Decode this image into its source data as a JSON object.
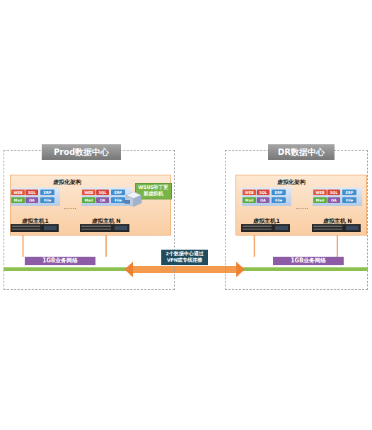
{
  "diagram": {
    "nodes": [
      {
        "text": [
          "Prod数据中心"
        ]
      },
      {
        "text": [
          "虚拟化架构"
        ],
        "in": 0
      },
      {
        "text": [
          "虚拟主机1"
        ],
        "in": 1
      },
      {
        "text": [
          "WEB"
        ],
        "in": 2
      },
      {
        "text": [
          "SQL"
        ],
        "in": 2
      },
      {
        "text": [
          "ERP"
        ],
        "in": 2
      },
      {
        "text": [
          "Mail"
        ],
        "in": 2
      },
      {
        "text": [
          "OA"
        ],
        "in": 2
      },
      {
        "text": [
          "File"
        ],
        "in": 2
      },
      {
        "text": [
          "虚拟主机 N"
        ],
        "in": 1
      },
      {
        "text": [
          "WEB"
        ],
        "in": 9
      },
      {
        "text": [
          "SQL"
        ],
        "in": 9
      },
      {
        "text": [
          "ERP"
        ],
        "in": 9
      },
      {
        "text": [
          "Mail"
        ],
        "in": 9
      },
      {
        "text": [
          "OA"
        ],
        "in": 9
      },
      {
        "text": [
          "File"
        ],
        "in": 9
      },
      {
        "text": [
          "WSUS补丁更新虚拟机"
        ],
        "in": 1
      },
      {
        "text": [
          "1GB业务网络"
        ],
        "in": 0
      },
      {
        "text": [
          "DR数据中心"
        ]
      },
      {
        "text": [
          "虚拟化架构"
        ],
        "in": 18
      },
      {
        "text": [
          "虚拟主机1"
        ],
        "in": 19
      },
      {
        "text": [
          "WEB"
        ],
        "in": 20
      },
      {
        "text": [
          "SQL"
        ],
        "in": 20
      },
      {
        "text": [
          "ERP"
        ],
        "in": 20
      },
      {
        "text": [
          "Mail"
        ],
        "in": 20
      },
      {
        "text": [
          "OA"
        ],
        "in": 20
      },
      {
        "text": [
          "File"
        ],
        "in": 20
      },
      {
        "text": [
          "虚拟主机 N"
        ],
        "in": 19
      },
      {
        "text": [
          "WEB"
        ],
        "in": 27
      },
      {
        "text": [
          "SQL"
        ],
        "in": 27
      },
      {
        "text": [
          "ERP"
        ],
        "in": 27
      },
      {
        "text": [
          "Mail"
        ],
        "in": 27
      },
      {
        "text": [
          "OA"
        ],
        "in": 27
      },
      {
        "text": [
          "File"
        ],
        "in": 27
      },
      {
        "text": [
          "1GB业务网络"
        ],
        "in": 18
      }
    ],
    "edges": [
      {
        "from": 2,
        "to": 17,
        "arrow": "none"
      },
      {
        "from": 9,
        "to": 17,
        "arrow": "none"
      },
      {
        "from": 20,
        "to": 34,
        "arrow": "none"
      },
      {
        "from": 27,
        "to": 34,
        "arrow": "none"
      },
      {
        "from": 17,
        "to": 34,
        "label": "2个数据中心通过VPN或专线连接",
        "arrow": "both"
      }
    ],
    "labels": [
      "……",
      "……"
    ]
  }
}
